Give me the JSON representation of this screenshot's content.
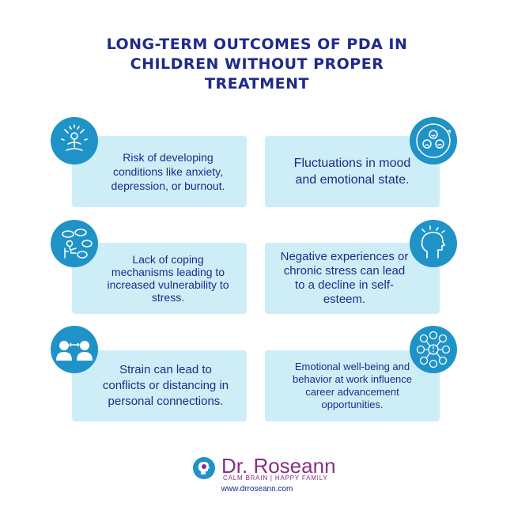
{
  "title": {
    "line1": "LONG-TERM OUTCOMES OF PDA IN",
    "line2": "CHILDREN WITHOUT PROPER",
    "line3": "TREATMENT"
  },
  "cards": [
    {
      "icon": "meditating-person-icon",
      "lines": [
        "Risk of developing",
        "conditions like anxiety,",
        "depression, or burnout."
      ]
    },
    {
      "icon": "mood-faces-cycle-icon",
      "lines": [
        "Fluctuations in mood",
        "and emotional state."
      ]
    },
    {
      "icon": "stressed-person-thought-clouds-icon",
      "lines": [
        "Lack of coping",
        "mechanisms leading to",
        "increased vulnerability to",
        "stress."
      ]
    },
    {
      "icon": "head-profile-thoughts-icon",
      "lines": [
        "Negative experiences or",
        "chronic stress can lead",
        "to a decline in self-",
        "esteem."
      ]
    },
    {
      "icon": "two-people-distance-icon",
      "lines": [
        "Strain can lead to",
        "conflicts or distancing in",
        "personal connections."
      ]
    },
    {
      "icon": "emotion-faces-network-icon",
      "lines": [
        "Emotional well-being and",
        "behavior at work influence",
        "career advancement",
        "opportunities."
      ]
    }
  ],
  "brand": {
    "name": "Dr. Roseann",
    "tagline": "CALM BRAIN | HAPPY FAMILY",
    "url": "www.drroseann.com"
  },
  "colors": {
    "title": "#1f2a8a",
    "card_bg": "#cdeef6",
    "icon_bg": "#1f93c7",
    "brand": "#8a2e86"
  }
}
